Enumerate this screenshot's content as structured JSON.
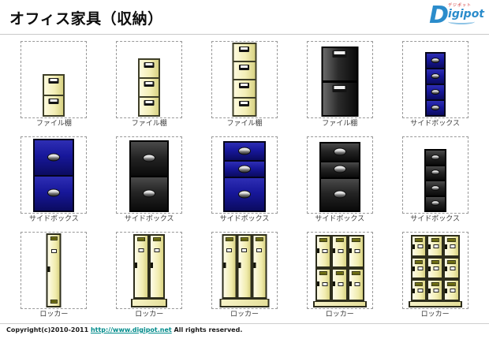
{
  "page": {
    "title": "オフィス家具（収納）"
  },
  "logo": {
    "d": "D",
    "rest": "igipot",
    "tagline": "デジポット"
  },
  "footer": {
    "copyright_prefix": "Copyright(c)2010-2011 ",
    "link": "http://www.digipot.net",
    "suffix": " All rights reserved."
  },
  "colors": {
    "cream_light": "#fdfade",
    "cream_mid": "#f3eeb6",
    "cream_dark": "#d8d283",
    "cream_frame": "#3f3f28",
    "black_light": "#6a6a6a",
    "black_mid": "#2b2b2b",
    "black_dark": "#0a0a0a",
    "blue_light": "#2e2eb4",
    "blue_mid": "#17179a",
    "blue_dark": "#0b0b60",
    "blue_inner": "#4646c2",
    "locker_frame": "#2e2e1c",
    "olive_vent": "#6e6e0a",
    "dash_border": "#999999",
    "link": "#008b8b",
    "logo_blue": "#2b8ccb",
    "logo_red": "#cc2020"
  },
  "grid": {
    "rows": 3,
    "cols": 5,
    "items": [
      {
        "kind": "file",
        "palette": "cream",
        "drawers": 2,
        "w": 28,
        "h": 54,
        "label": "ファイル棚"
      },
      {
        "kind": "file",
        "palette": "cream",
        "drawers": 3,
        "w": 28,
        "h": 74,
        "label": "ファイル棚"
      },
      {
        "kind": "file",
        "palette": "cream",
        "drawers": 4,
        "w": 31,
        "h": 94,
        "label": "ファイル棚"
      },
      {
        "kind": "file",
        "palette": "black",
        "drawers": 2,
        "w": 47,
        "h": 89,
        "label": "ファイル棚"
      },
      {
        "kind": "sidebox",
        "palette": "blue",
        "fracs": [
          1,
          1,
          1,
          1
        ],
        "handle": "small",
        "w": 26,
        "h": 82,
        "label": "サイドボックス"
      },
      {
        "kind": "sidebox",
        "palette": "blue",
        "fracs": [
          1,
          1
        ],
        "handle": "large",
        "w": 52,
        "h": 93,
        "label": "サイドボックス"
      },
      {
        "kind": "sidebox",
        "palette": "black",
        "fracs": [
          1,
          1
        ],
        "handle": "large",
        "w": 50,
        "h": 91,
        "label": "サイドボックス"
      },
      {
        "kind": "sidebox",
        "palette": "blue",
        "fracs": [
          0.27,
          0.23,
          0.5
        ],
        "handle": "large",
        "w": 54,
        "h": 90,
        "label": "サイドボックス"
      },
      {
        "kind": "sidebox",
        "palette": "black",
        "fracs": [
          0.27,
          0.23,
          0.5
        ],
        "handle": "large",
        "w": 52,
        "h": 89,
        "label": "サイドボックス"
      },
      {
        "kind": "sidebox",
        "palette": "black",
        "fracs": [
          1,
          1,
          1,
          1
        ],
        "handle": "small",
        "w": 28,
        "h": 80,
        "label": "サイドボックス"
      },
      {
        "kind": "locker",
        "cols": 1,
        "rows": 1,
        "plinth": false,
        "bottom_vent": true,
        "w": 19,
        "h": 94,
        "label": "ロッカー"
      },
      {
        "kind": "locker",
        "cols": 2,
        "rows": 1,
        "plinth": true,
        "bottom_vent": false,
        "w": 40,
        "h": 93,
        "label": "ロッカー"
      },
      {
        "kind": "locker",
        "cols": 3,
        "rows": 1,
        "plinth": true,
        "bottom_vent": false,
        "w": 57,
        "h": 93,
        "label": "ロッカー"
      },
      {
        "kind": "locker",
        "cols": 3,
        "rows": 2,
        "plinth": true,
        "bottom_vent": false,
        "w": 62,
        "h": 92,
        "label": "ロッカー"
      },
      {
        "kind": "locker",
        "cols": 3,
        "rows": 3,
        "plinth": true,
        "bottom_vent": false,
        "w": 62,
        "h": 92,
        "label": "ロッカー"
      }
    ]
  }
}
